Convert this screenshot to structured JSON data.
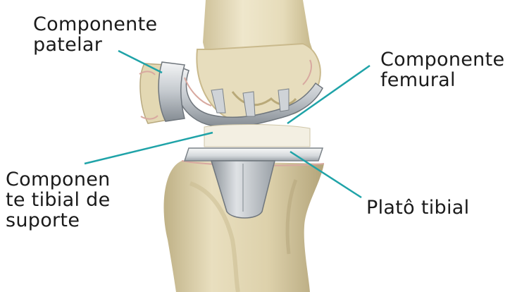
{
  "labels": {
    "patelar": [
      "Componente",
      "patelar"
    ],
    "femoral": [
      "Componente",
      "femural"
    ],
    "tibial_suporte": [
      "Componen",
      "te tibial de",
      "suporte"
    ],
    "plato": [
      "Platô tibial"
    ]
  },
  "colors": {
    "leader_line": "#1fa3a8",
    "bone_light": "#ece3c6",
    "bone_mid": "#d9cda8",
    "bone_shadow": "#b8a97f",
    "metal_light": "#eef0f2",
    "metal_mid": "#b9bec4",
    "metal_dark": "#7d848b",
    "tissue": "#d8a9a0"
  }
}
